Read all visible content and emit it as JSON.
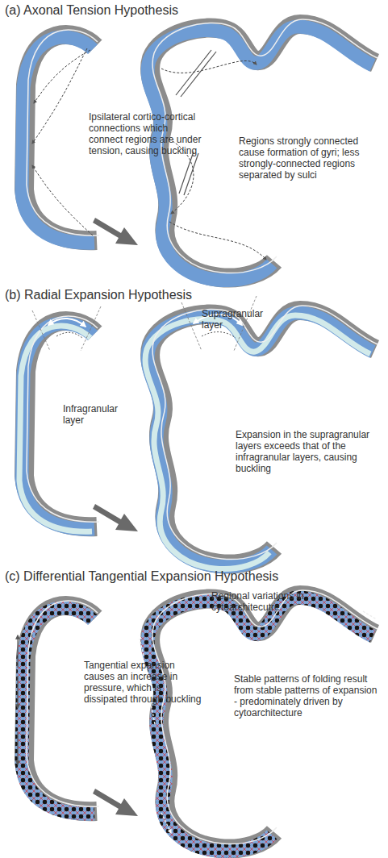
{
  "diagram": {
    "labels": [
      "(a) Axonal Tension Hypothesis",
      "Ipsilateral cortico-cortical connections which connect regions are under tension, causing buckling",
      "Regions strongly connected cause formation of gyri; less strongly-connected regions separated by sulci",
      "(b) Radial Expansion Hypothesis",
      "Supragranular layer",
      "Infragranular layer",
      "Expansion in the supragranular layers exceeds that of the infragranular layers, causing buckling",
      "(c) Differential Tangential Expansion Hypothesis",
      "Regional variations in cytoarchitecutre",
      "Tangential expansion causes an increase in pressure, which is dissipated through buckling",
      "Stable patterns of folding result from stable patterns of expansion - predominately driven by cytoarchitecture"
    ]
  }
}
